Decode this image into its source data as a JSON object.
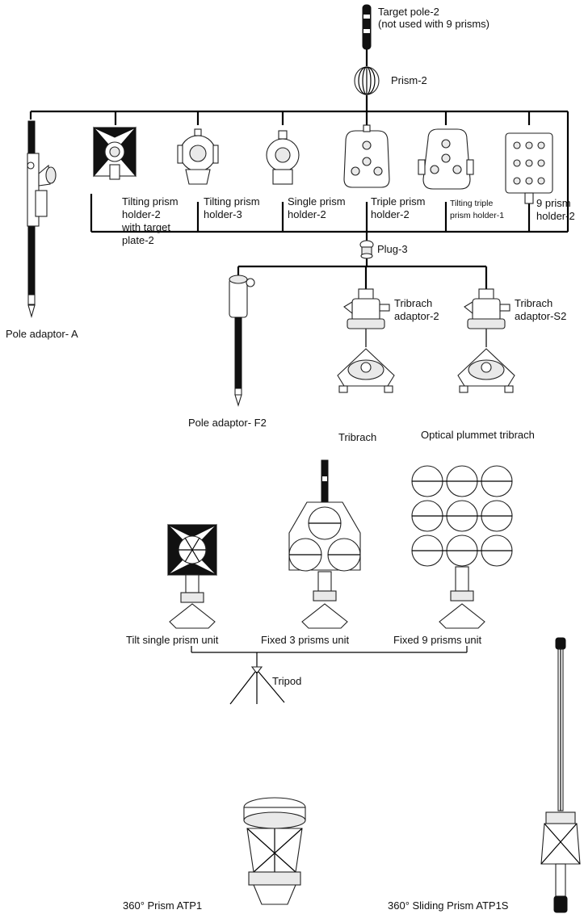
{
  "labels": {
    "target_pole_2": "Target pole-2\n(not used with 9 prisms)",
    "prism_2": "Prism-2",
    "tilting_prism_holder_2": "Tilting prism\nholder-2\nwith target\nplate-2",
    "tilting_prism_holder_3": "Tilting prism\nholder-3",
    "single_prism_holder_2": "Single prism\nholder-2",
    "triple_prism_holder_2": "Triple  prism\nholder-2",
    "tilting_triple_prism_holder_1": "Tilting triple\nprism holder-1",
    "nine_prism_holder_2": "9 prism\nholder-2",
    "plug_3": "Plug-3",
    "pole_adaptor_a": "Pole adaptor- A",
    "pole_adaptor_f2": "Pole adaptor- F2",
    "tribrach_adaptor_2": "Tribrach\nadaptor-2",
    "tribrach_adaptor_s2": "Tribrach\nadaptor-S2",
    "tribrach": "Tribrach",
    "optical_plummet_tribrach": "Optical plummet tribrach",
    "tilt_single_prism_unit": "Tilt single prism unit",
    "fixed_3_prisms_unit": "Fixed 3 prisms unit",
    "fixed_9_prisms_unit": "Fixed 9 prisms unit",
    "tripod": "Tripod",
    "prism_atp1": "360° Prism ATP1",
    "sliding_prism_atp1s": "360° Sliding Prism ATP1S"
  }
}
